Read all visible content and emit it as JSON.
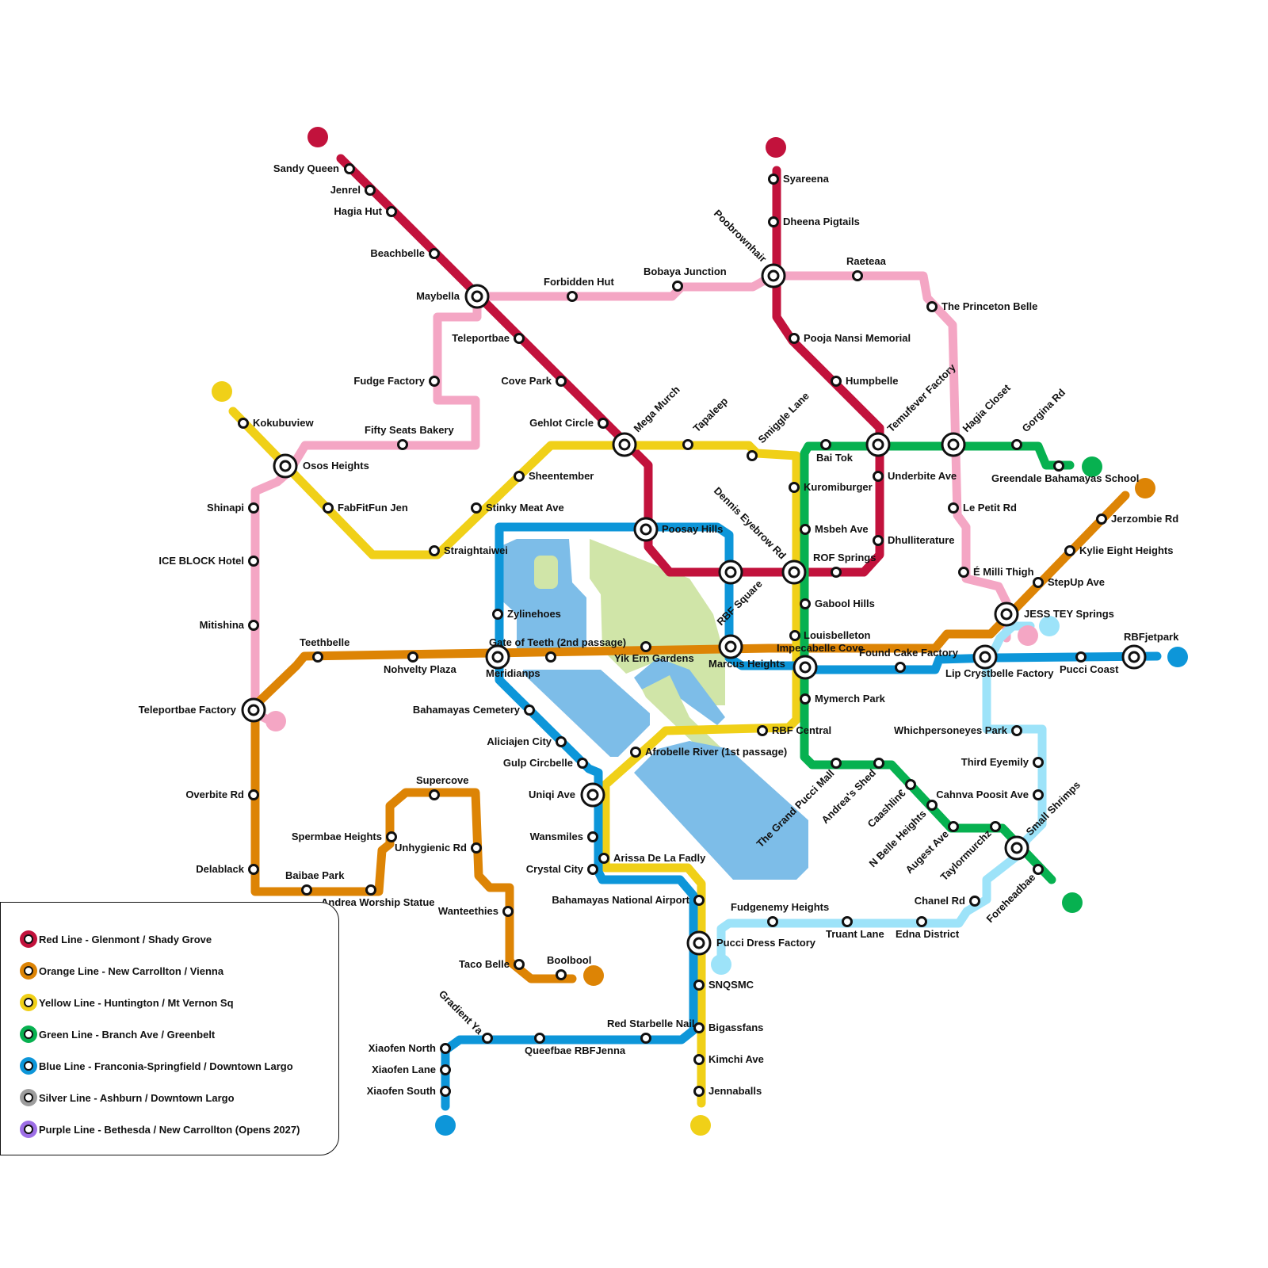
{
  "colors": {
    "red": "#c2123c",
    "orange": "#dd8405",
    "yellow": "#f0d018",
    "green": "#07b150",
    "blue": "#0d96d9",
    "pink": "#f4a6c4",
    "lightblue": "#9de3f9",
    "silver": "#9d9d9d",
    "purple": "#9d6ee6",
    "water": "#7dbde8",
    "park": "#d0e5a8"
  },
  "legend": [
    {
      "label": "Red Line - Glenmont / Shady Grove",
      "color": "#c2123c"
    },
    {
      "label": "Orange Line - New Carrollton / Vienna",
      "color": "#dd8405"
    },
    {
      "label": "Yellow Line - Huntington / Mt Vernon Sq",
      "color": "#f0d018"
    },
    {
      "label": "Green Line - Branch Ave / Greenbelt",
      "color": "#07b150"
    },
    {
      "label": "Blue Line - Franconia-Springfield / Downtown Largo",
      "color": "#0d96d9"
    },
    {
      "label": "Silver Line - Ashburn / Downtown Largo",
      "color": "#9d9d9d"
    },
    {
      "label": "Purple Line - Bethesda / New Carrollton (Opens 2027)",
      "color": "#9d6ee6"
    }
  ],
  "stations": {
    "sandy_queen": "Sandy Queen",
    "jenrel": "Jenrel",
    "hagia_hut": "Hagia Hut",
    "beachbelle": "Beachbelle",
    "maybella": "Maybella",
    "teleportbae": "Teleportbae",
    "cove_park": "Cove Park",
    "gehlot_circle": "Gehlot Circle",
    "mega_murch": "Mega Murch",
    "poosay_hills": "Poosay Hills",
    "rbf_square": "RBF Square",
    "dennis_eyebrow_rd": "Dennis Eyebrow Rd",
    "rof_springs": "ROF Springs",
    "dhulliterature": "Dhulliterature",
    "underbite_ave": "Underbite Ave",
    "temufever_factory": "Temufever Factory",
    "humpbelle": "Humpbelle",
    "pooja_nansi_memorial": "Pooja Nansi Memorial",
    "poobrownhair": "Poobrownhair",
    "dheena_pigtails": "Dheena Pigtails",
    "syareena": "Syareena",
    "forbidden_hut": "Forbidden Hut",
    "bobaya_junction": "Bobaya Junction",
    "raeteaa": "Raeteaa",
    "the_princeton_belle": "The Princeton Belle",
    "hagia_closet": "Hagia Closet",
    "le_petit_rd": "Le Petit Rd",
    "e_milli_thigh": "É Milli Thigh",
    "jess_tey_springs": "JESS TEY Springs",
    "fudge_factory": "Fudge Factory",
    "fifty_seats_bakery": "Fifty Seats Bakery",
    "osos_heights": "Osos Heights",
    "shinapi": "Shinapi",
    "ice_block_hotel": "ICE BLOCK Hotel",
    "mitishina": "Mitishina",
    "teleportbae_factory": "Teleportbae Factory",
    "kokubuview": "Kokubuview",
    "fabfitfun_jen": "FabFitFun Jen",
    "straightaiwei": "Straightaiwei",
    "stinky_meat_ave": "Stinky Meat Ave",
    "sheentember": "Sheentember",
    "tapaleep": "Tapaleep",
    "smiggle_lane": "Smiggle Lane",
    "kuromiburger": "Kuromiburger",
    "msbeh_ave": "Msbeh Ave",
    "gabool_hills": "Gabool Hills",
    "louisbelleton": "Louisbelleton",
    "impecabelle_cove": "Impecabelle Cove",
    "mymerch_park": "Mymerch Park",
    "rbf_central": "RBF Central",
    "afrobelle_river": "Afrobelle River (1st passage)",
    "uniqi_ave": "Uniqi Ave",
    "arissa_de_la_fadly": "Arissa De La Fadly",
    "bahamayas_national_airport": "Bahamayas National Airport",
    "pucci_dress_factory": "Pucci Dress Factory",
    "snqsmc": "SNQSMC",
    "bigassfans": "Bigassfans",
    "kimchi_ave": "Kimchi Ave",
    "jennaballs": "Jennaballs",
    "bai_tok": "Bai Tok",
    "gorgina_rd": "Gorgina Rd",
    "greendale_bahamayas_school": "Greendale Bahamayas School",
    "the_grand_pucci_mall": "The Grand Pucci Mall",
    "andreas_shed": "Andrea's Shed",
    "caashline": "Caashlin€",
    "n_belle_heights": "N Belle Heights",
    "augest_ave": "Augest Ave",
    "taylormurchz": "Taylormurchz",
    "small_shrimps": "Small Shrimps",
    "foreheadbae": "Foreheadbae",
    "teethbelle": "Teethbelle",
    "nohvelty_plaza": "Nohvelty Plaza",
    "meridianps": "Meridianps",
    "gate_of_teeth": "Gate of Teeth (2nd passage)",
    "yik_ern_gardens": "Yik Ern Gardens",
    "marcus_heights": "Marcus Heights",
    "found_cake_factory": "Found Cake Factory",
    "stepup_ave": "StepUp Ave",
    "kylie_eight_heights": "Kylie Eight Heights",
    "jerzombie_rd": "Jerzombie Rd",
    "overbite_rd": "Overbite Rd",
    "delablack": "Delablack",
    "baibae_park": "Baibae Park",
    "andrea_worship_statue": "Andrea Worship Statue",
    "spermbae_heights": "Spermbae Heights",
    "supercove": "Supercove",
    "unhygienic_rd": "Unhygienic Rd",
    "wanteethies": "Wanteethies",
    "taco_belle": "Taco Belle",
    "boolbool": "Boolbool",
    "zylinehoes": "Zylinehoes",
    "bahamayas_cemetery": "Bahamayas Cemetery",
    "aliciajen_city": "Aliciajen City",
    "gulp_circbelle": "Gulp Circbelle",
    "wansmiles": "Wansmiles",
    "crystal_city": "Crystal City",
    "red_starbelle_nail": "Red Starbelle Nail",
    "queefbae_rbfjenna": "Queefbae RBFJenna",
    "gradient_ya": "Gradient Ya",
    "xiaofen_north": "Xiaofen North",
    "xiaofen_lane": "Xiaofen Lane",
    "xiaofen_south": "Xiaofen South",
    "lip_crystbelle_factory": "Lip Crystbelle Factory",
    "pucci_coast": "Pucci Coast",
    "rbfjetpark": "RBFjetpark",
    "whichpersoneyes_park": "Whichpersoneyes Park",
    "third_eyemily": "Third Eyemily",
    "cahnva_poosit_ave": "Cahnva Poosit Ave",
    "chanel_rd": "Chanel Rd",
    "edna_district": "Edna District",
    "truant_lane": "Truant Lane",
    "fudgenemy_heights": "Fudgenemy Heights"
  }
}
